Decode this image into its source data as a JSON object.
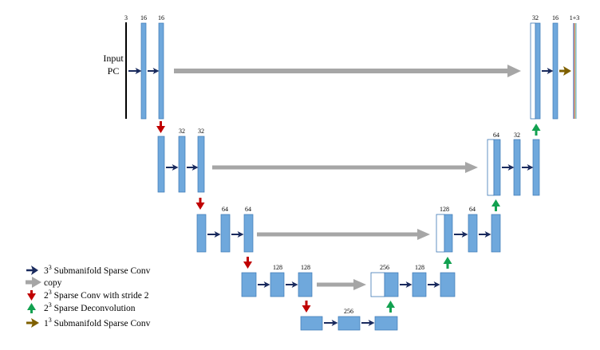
{
  "input_label_line1": "Input",
  "input_label_line2": "PC",
  "channels": {
    "l1": [
      "3",
      "16",
      "16"
    ],
    "l1_dec": [
      "32",
      "16",
      "1+3"
    ],
    "l2": [
      "32",
      "32"
    ],
    "l2_dec": [
      "64",
      "32"
    ],
    "l3": [
      "64",
      "64"
    ],
    "l3_dec": [
      "128",
      "64"
    ],
    "l4": [
      "128",
      "128"
    ],
    "l4_dec": [
      "256",
      "128"
    ],
    "l5": [
      "256"
    ]
  },
  "legend": [
    {
      "kind": "submanifold",
      "pre": "3",
      "sup": "3",
      "text": " Submanifold Sparse Conv",
      "color": "#1a2b5e"
    },
    {
      "kind": "copy",
      "pre": "",
      "sup": "",
      "text": "copy",
      "color": "#a6a6a6"
    },
    {
      "kind": "down",
      "pre": "2",
      "sup": "3",
      "text": " Sparse Conv with stride 2",
      "color": "#c00000"
    },
    {
      "kind": "up",
      "pre": "2",
      "sup": "3",
      "text": " Sparse Deconvolution",
      "color": "#12a150"
    },
    {
      "kind": "final",
      "pre": "1",
      "sup": "3",
      "text": " Submanifold Sparse Conv",
      "color": "#7f6000"
    }
  ],
  "colors": {
    "block": "#6fa8dc",
    "block_edge": "#3d78b5",
    "conv": "#1a2b5e",
    "copy": "#a6a6a6",
    "down": "#c00000",
    "up": "#12a150",
    "final": "#7f6000"
  }
}
